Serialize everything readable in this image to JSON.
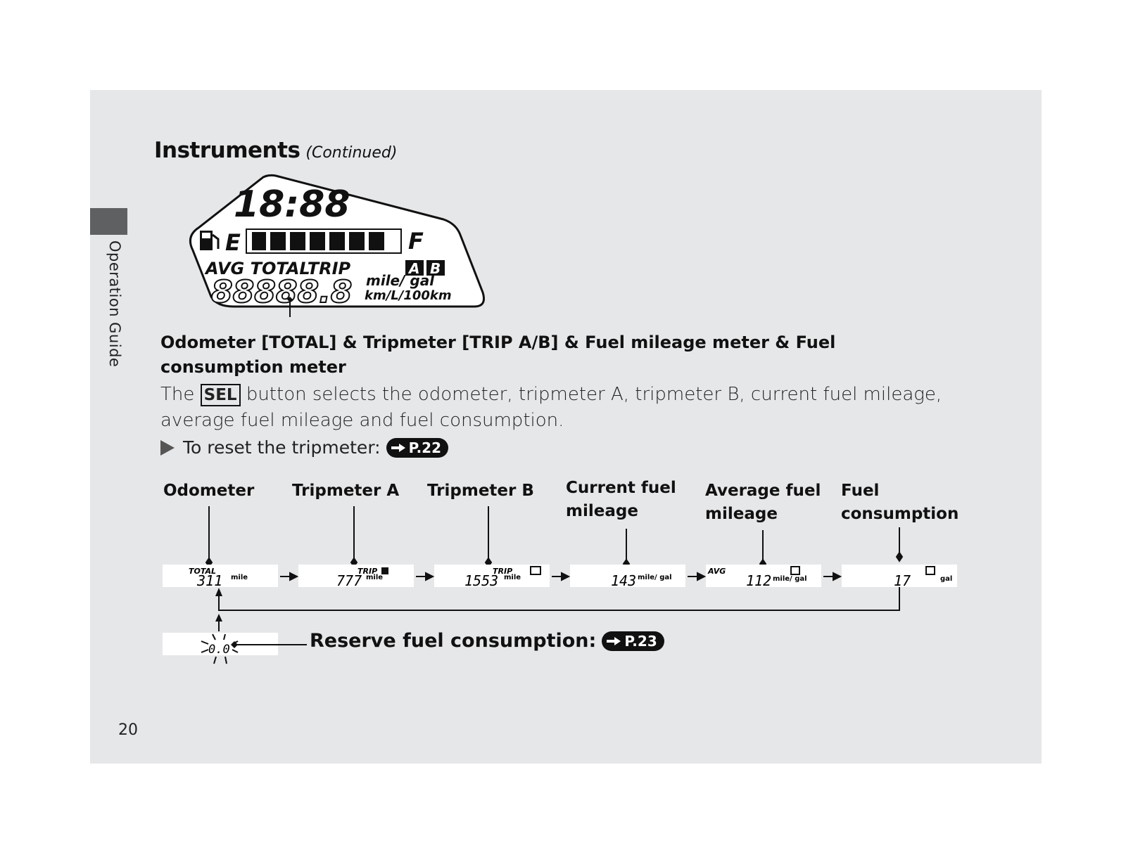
{
  "side_label": "Operation Guide",
  "title": {
    "main": "Instruments",
    "continued": "(Continued)"
  },
  "lcd": {
    "clock": "18:88",
    "fuel_e": "E",
    "fuel_f": "F",
    "modes": "AVG TOTALTRIP",
    "trip_a": "A",
    "trip_b": "B",
    "digits": "88888.8",
    "unit_1": "mile/ gal",
    "unit_2": "km/L/100km"
  },
  "heading": "Odometer [TOTAL] & Tripmeter [TRIP A/B] & Fuel mileage meter & Fuel consumption meter",
  "body": {
    "part1": "The",
    "sel": "SEL",
    "part2": "button selects the odometer, tripmeter A, tripmeter B, current fuel mileage, average fuel mileage and fuel consumption."
  },
  "reset": {
    "text": "To reset the tripmeter:",
    "ref": "P.22"
  },
  "labels": {
    "odometer": "Odometer",
    "trip_a": "Tripmeter A",
    "trip_b": "Tripmeter B",
    "current": "Current fuel mileage",
    "average": "Average fuel mileage",
    "consumption": "Fuel consumption"
  },
  "panels": {
    "odo": {
      "tag": "TOTAL",
      "value": "311",
      "unit": "mile"
    },
    "trip_a": {
      "tag": "TRIP",
      "value": "777",
      "unit": "mile"
    },
    "trip_b": {
      "tag": "TRIP",
      "value": "1553",
      "unit": "mile"
    },
    "current": {
      "value": "143",
      "unit": "mile/ gal"
    },
    "average": {
      "tag": "AVG",
      "value": "112",
      "unit": "mile/ gal"
    },
    "consumption": {
      "value": "17",
      "unit": "gal"
    },
    "reserve": {
      "value": "0.0"
    }
  },
  "reserve": {
    "text": "Reserve fuel consumption:",
    "ref": "P.23"
  },
  "page_number": "20"
}
